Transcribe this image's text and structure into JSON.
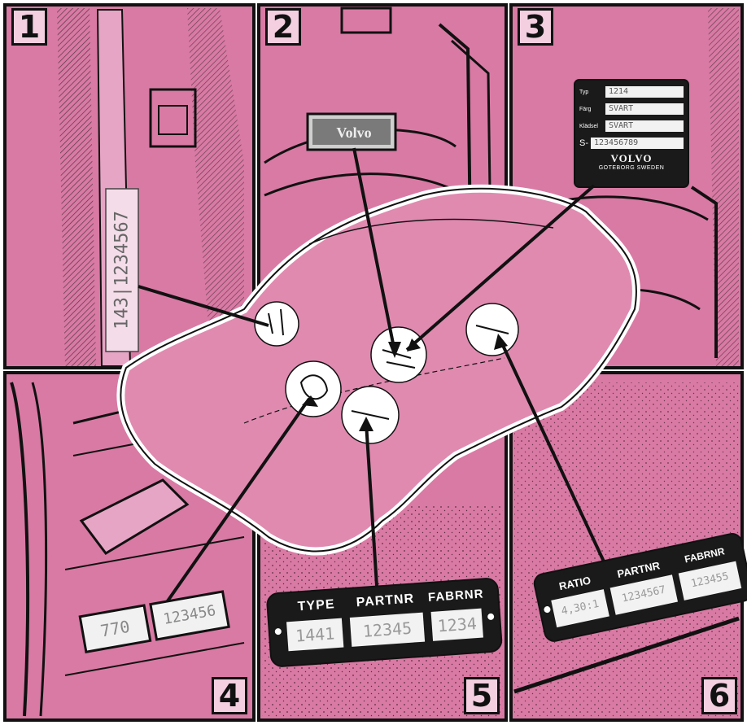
{
  "colors": {
    "pink": "#d97aa4",
    "pink_light": "#e6a5c4",
    "ink": "#141414",
    "white": "#ffffff"
  },
  "panels": [
    {
      "number": "1"
    },
    {
      "number": "2"
    },
    {
      "number": "3"
    },
    {
      "number": "4"
    },
    {
      "number": "5"
    },
    {
      "number": "6"
    }
  ],
  "panel1_plate": {
    "text": "143|1234567"
  },
  "panel2_badge": {
    "text": "Volvo"
  },
  "panel3_plate": {
    "rows": [
      {
        "label": "Typ",
        "value": "1214"
      },
      {
        "label": "Färg",
        "value": "SVART"
      },
      {
        "label": "Klädsel",
        "value": "SVART"
      },
      {
        "label": "S-",
        "value": "123456789"
      }
    ],
    "brand": "VOLVO",
    "city": "GOTEBORG SWEDEN"
  },
  "panel4_plates": [
    "770",
    "123456"
  ],
  "panel5_plate": {
    "headers": [
      "TYPE",
      "PARTNR",
      "FABRNR"
    ],
    "values": [
      "1441",
      "12345",
      "1234"
    ]
  },
  "panel6_plate": {
    "headers": [
      "RATIO",
      "PARTNR",
      "FABRNR"
    ],
    "values": [
      "4,30:1",
      "1234567",
      "123455"
    ]
  }
}
